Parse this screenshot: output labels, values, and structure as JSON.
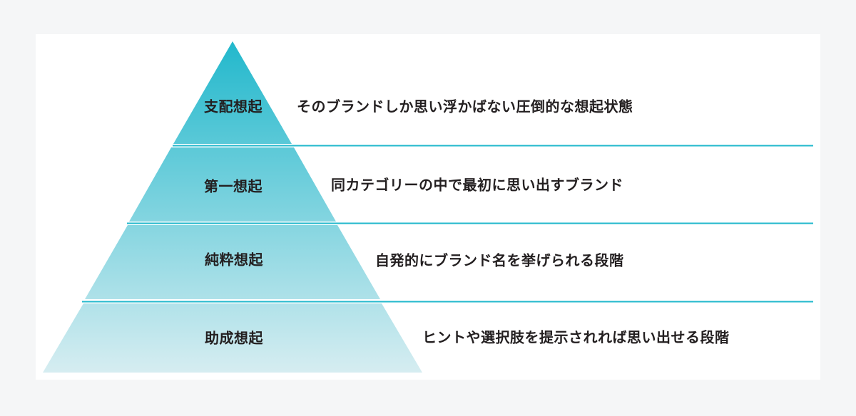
{
  "pyramid": {
    "levels": [
      {
        "label": "支配想起",
        "description": "そのブランドしか思い浮かばない圧倒的な想起状態"
      },
      {
        "label": "第一想起",
        "description": "同カテゴリーの中で最初に思い出すブランド"
      },
      {
        "label": "純粋想起",
        "description": "自発的にブランド名を挙げられる段階"
      },
      {
        "label": "助成想起",
        "description": "ヒントや選択肢を提示されれば思い出せる段階"
      }
    ],
    "colors": {
      "top": "#22b8cc",
      "bottom": "#d6edf1",
      "line": "#22b8cc",
      "text": "#231f20"
    }
  }
}
